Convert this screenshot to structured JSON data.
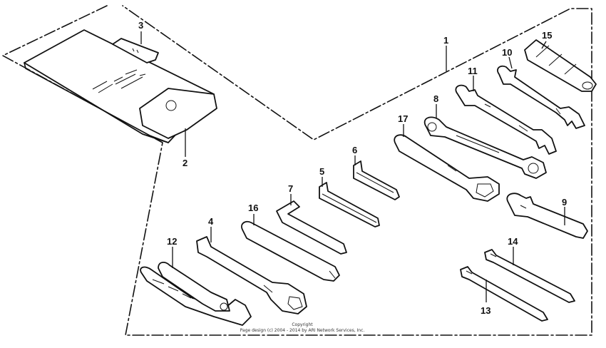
{
  "diagram": {
    "callouts": {
      "n1": "1",
      "n2": "2",
      "n3": "3",
      "n4": "4",
      "n5": "5",
      "n6": "6",
      "n7": "7",
      "n8": "8",
      "n9": "9",
      "n10": "10",
      "n11": "11",
      "n12": "12",
      "n13": "13",
      "n14": "14",
      "n15": "15",
      "n16": "16",
      "n17": "17"
    },
    "copyright": {
      "line1": "Copyright",
      "line2": "Page design (c) 2004 - 2014 by ARI Network Services, Inc."
    }
  }
}
